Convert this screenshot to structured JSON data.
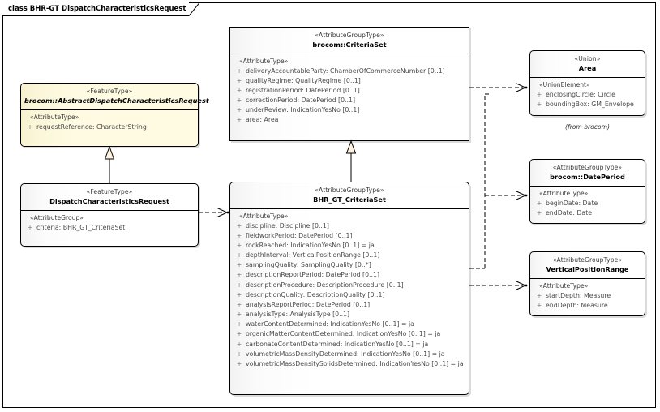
{
  "diagram": {
    "title": "class BHR-GT DispatchCharacteristicsRequest",
    "visibility_public": "+"
  },
  "boxes": {
    "criteriaset": {
      "stereotype": "«AttributeGroupType»",
      "name": "brocom::CriteriaSet",
      "compartment_stereotype": "«AttributeType»",
      "attributes": [
        "deliveryAccountableParty: ChamberOfCommerceNumber [0..1]",
        "qualityRegime: QualityRegime [0..1]",
        "registrationPeriod: DatePeriod [0..1]",
        "correctionPeriod: DatePeriod [0..1]",
        "underReview: IndicationYesNo [0..1]",
        "area: Area"
      ]
    },
    "abstract_request": {
      "stereotype": "«FeatureType»",
      "name": "brocom::AbstractDispatchCharacteristicsRequest",
      "compartment_stereotype": "«AttributeType»",
      "attributes": [
        "requestReference: CharacterString"
      ]
    },
    "dispatch_request": {
      "stereotype": "«FeatureType»",
      "name": "DispatchCharacteristicsRequest",
      "compartment_stereotype": "«AttributeGroup»",
      "attributes": [
        "criteria: BHR_GT_CriteriaSet"
      ]
    },
    "bhr_gt_criteriaset": {
      "stereotype": "«AttributeGroupType»",
      "name": "BHR_GT_CriteriaSet",
      "compartment_stereotype": "«AttributeType»",
      "attributes": [
        "discipline: Discipline [0..1]",
        "fieldworkPeriod: DatePeriod [0..1]",
        "rockReached: IndicationYesNo [0..1] = ja",
        "depthInterval: VerticalPositionRange [0..1]",
        "samplingQuality: SamplingQuality [0..*]",
        "descriptionReportPeriod: DatePeriod [0..1]",
        "descriptionProcedure: DescriptionProcedure [0..1]",
        "descriptionQuality: DescriptionQuality [0..1]",
        "analysisReportPeriod: DatePeriod [0..1]",
        "analysisType: AnalysisType [0..1]",
        "waterContentDetermined: IndicationYesNo [0..1] = ja",
        "organicMatterContentDetermined: IndicationYesNo [0..1] = ja",
        "carbonateContentDetermined: IndicationYesNo [0..1] = ja",
        "volumetricMassDensityDetermined: IndicationYesNo [0..1] = ja",
        "volumetricMassDensitySolidsDetermined: IndicationYesNo [0..1] = ja"
      ]
    },
    "area": {
      "stereotype": "«Union»",
      "name": "Area",
      "compartment_stereotype": "«UnionElement»",
      "attributes": [
        "enclosingCircle: Circle",
        "boundingBox: GM_Envelope"
      ],
      "footer_note": "(from brocom)"
    },
    "dateperiod": {
      "stereotype": "«AttributeGroupType»",
      "name": "brocom::DatePeriod",
      "compartment_stereotype": "«AttributeType»",
      "attributes": [
        "beginDate: Date",
        "endDate: Date"
      ]
    },
    "verticalpositionrange": {
      "stereotype": "«AttributeGroupType»",
      "name": "VerticalPositionRange",
      "compartment_stereotype": "«AttributeType»",
      "attributes": [
        "startDepth: Measure",
        "endDepth: Measure"
      ]
    }
  },
  "connectors": [
    {
      "name": "generalization-dispatchrequest-to-abstractrequest",
      "kind": "generalization"
    },
    {
      "name": "generalization-bhrgtcriteriaset-to-criteriaset",
      "kind": "generalization"
    },
    {
      "name": "dependency-dispatchrequest-to-bhrgtcriteriaset",
      "kind": "dependency"
    },
    {
      "name": "dependency-criteriaset-to-area",
      "kind": "dependency"
    },
    {
      "name": "dependency-bhrgtcriteriaset-to-dateperiod",
      "kind": "dependency"
    },
    {
      "name": "dependency-bhrgtcriteriaset-to-verticalpositionrange",
      "kind": "dependency"
    }
  ],
  "colors": {
    "line": "#000000",
    "box_fill": "#ffffff",
    "featuretype_fill": "#fefbe2",
    "text": "#404040"
  }
}
